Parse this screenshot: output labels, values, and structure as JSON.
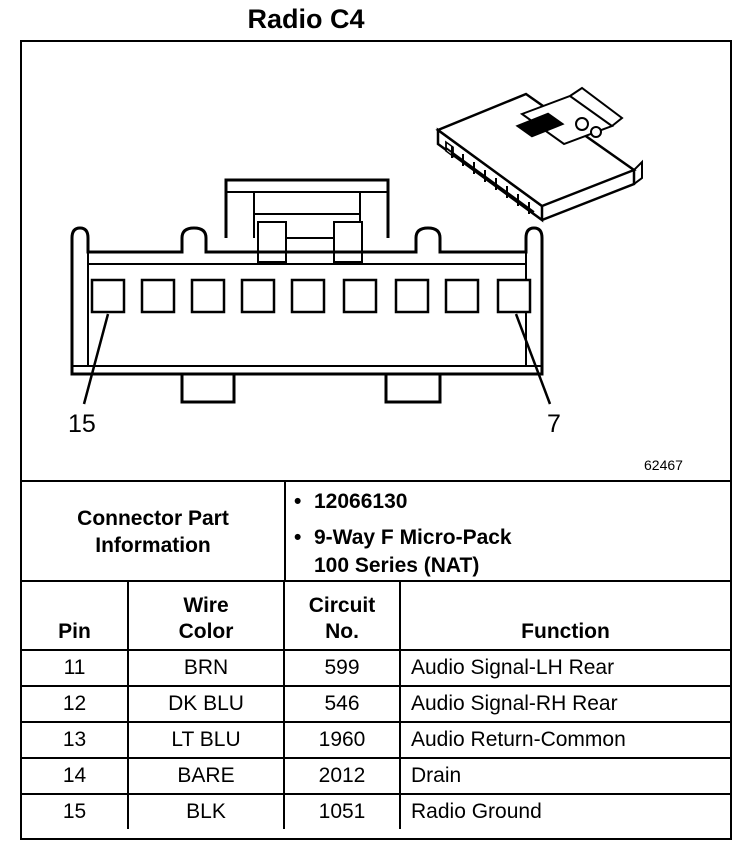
{
  "title": "Radio C4",
  "diagram": {
    "label_left_pin": "15",
    "label_right_pin": "7",
    "figure_number": "62467"
  },
  "connector_info": {
    "label_line1": "Connector Part",
    "label_line2": "Information",
    "items": [
      {
        "line1": "12066130",
        "line2": ""
      },
      {
        "line1": "9-Way F Micro-Pack",
        "line2": "100 Series (NAT)"
      }
    ]
  },
  "table": {
    "headers": {
      "pin": "Pin",
      "wire_color_1": "Wire",
      "wire_color_2": "Color",
      "circuit_1": "Circuit",
      "circuit_2": "No.",
      "function": "Function"
    },
    "rows": [
      {
        "pin": "11",
        "wire_color": "BRN",
        "circuit": "599",
        "function": "Audio Signal-LH Rear"
      },
      {
        "pin": "12",
        "wire_color": "DK BLU",
        "circuit": "546",
        "function": "Audio Signal-RH Rear"
      },
      {
        "pin": "13",
        "wire_color": "LT BLU",
        "circuit": "1960",
        "function": "Audio Return-Common"
      },
      {
        "pin": "14",
        "wire_color": "BARE",
        "circuit": "2012",
        "function": "Drain"
      },
      {
        "pin": "15",
        "wire_color": "BLK",
        "circuit": "1051",
        "function": "Radio Ground"
      }
    ]
  }
}
